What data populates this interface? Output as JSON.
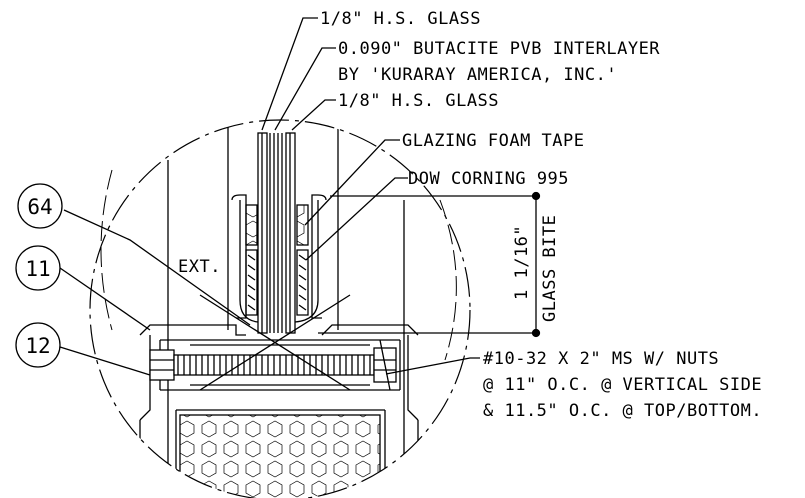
{
  "labels": {
    "glass_top": "1/8\" H.S. GLASS",
    "interlayer_1": "0.090\" BUTACITE PVB INTERLAYER",
    "interlayer_2": "BY 'KURARAY AMERICA, INC.'",
    "glass_inner": "1/8\" H.S. GLASS",
    "foam_tape": "GLAZING FOAM TAPE",
    "sealant": "DOW CORNING 995",
    "ext": "EXT.",
    "dim_value": "1 1/16\"",
    "dim_caption": "GLASS BITE",
    "fastener_1": "#10-32 X 2\" MS W/ NUTS",
    "fastener_2": "@ 11\" O.C. @ VERTICAL SIDE",
    "fastener_3": "& 11.5\" O.C. @ TOP/BOTTOM."
  },
  "callouts": [
    "64",
    "11",
    "12"
  ]
}
